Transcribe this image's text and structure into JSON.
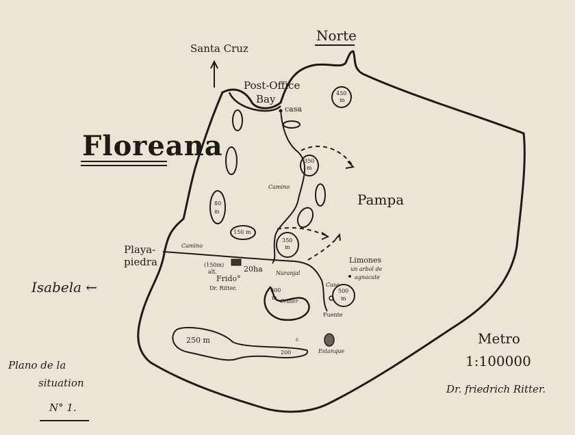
{
  "map": {
    "title": "Floreana",
    "north_label": "Norte",
    "places": {
      "santa_cruz": "Santa Cruz",
      "isabela": "Isabela ←",
      "post_office": "Post-Office",
      "bay": "Bay",
      "casa_north": "casa",
      "pampa": "Pampa",
      "playa": "Playa-",
      "piedra": "piedra",
      "camino_west": "Camino",
      "camino_mid": "Camino",
      "limones": "Limones",
      "aguacate_1": "un arbol de",
      "aguacate_2": "agnacate",
      "friedo": "Frido°",
      "dr_ritter": "Dr. Ritter.",
      "ha": "20ha",
      "alt_150_1": "(150m)",
      "alt_150_2": "alt.",
      "naranjal": "Naranjal",
      "crater_600": "600",
      "crater_m": "m",
      "crater_label": "Crater",
      "casa_east": "Casa",
      "fuente": "Fuente",
      "estanque": "Estanque",
      "c_mark": "c"
    },
    "elevations": {
      "e450_num": "450",
      "e450_unit": "m",
      "e350n_num": "350",
      "e350n_unit": "m",
      "e350s_num": "350",
      "e350s_unit": "m",
      "e150": "150 m",
      "e500_num": "500",
      "e500_unit": "m",
      "e250": "250 m",
      "e200": "200",
      "e80_num": "80",
      "e80_unit": "m"
    },
    "scale": {
      "label": "Metro",
      "ratio": "1:100000"
    },
    "signature": "Dr. friedrich Ritter.",
    "caption": {
      "line1": "Plano de la",
      "line2": "situation",
      "line3": "N° 1."
    }
  }
}
